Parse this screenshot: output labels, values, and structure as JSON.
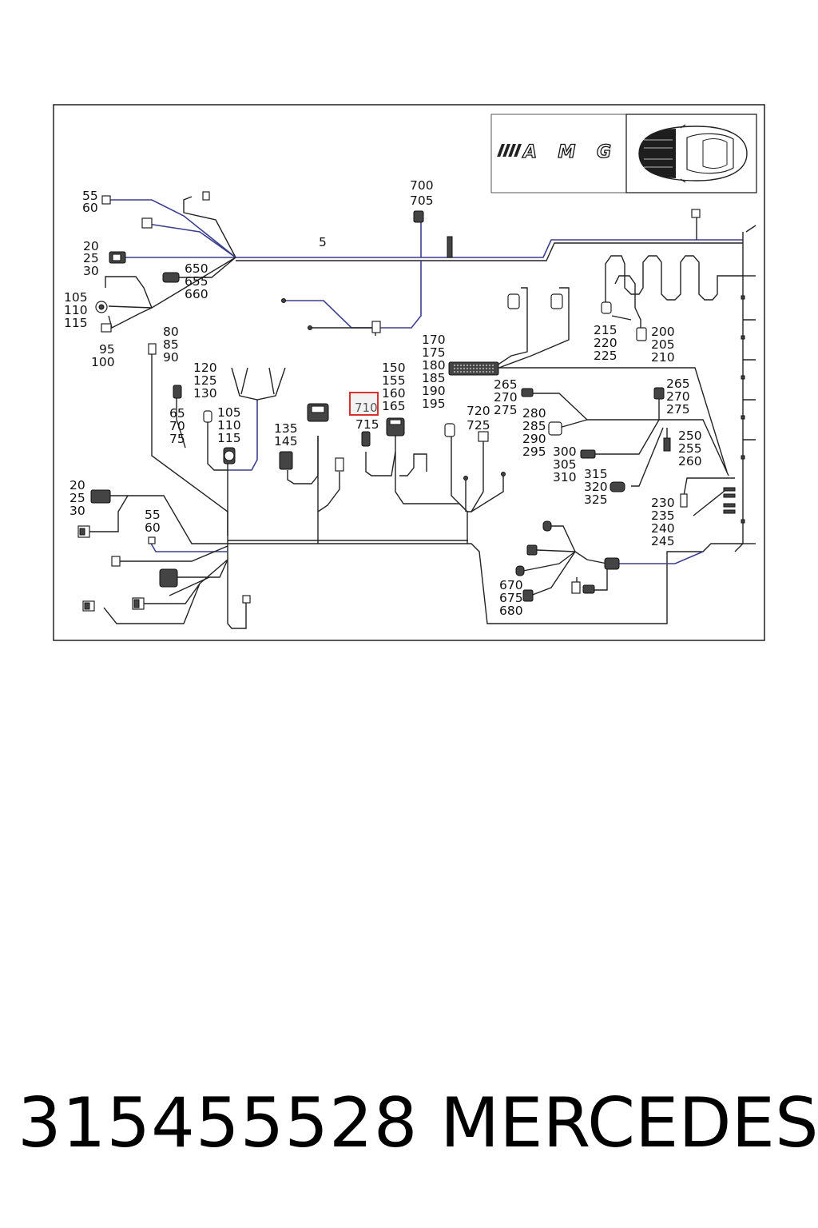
{
  "logo": {
    "text": "AMG"
  },
  "highlight": {
    "label": "710"
  },
  "callouts": [
    [
      "55",
      "60"
    ],
    [
      "20",
      "25",
      "30"
    ],
    [
      "650",
      "655",
      "660"
    ],
    [
      "105",
      "110",
      "115"
    ],
    [
      "95",
      "100"
    ],
    [
      "80",
      "85",
      "90"
    ],
    [
      "120",
      "125",
      "130"
    ],
    [
      "65",
      "70",
      "75"
    ],
    [
      "105",
      "110",
      "115"
    ],
    [
      "135",
      "145"
    ],
    [
      "700",
      "705"
    ],
    [
      "5"
    ],
    [
      "150",
      "155",
      "160",
      "165"
    ],
    [
      "170",
      "175",
      "180",
      "185",
      "190",
      "195"
    ],
    [
      "715"
    ],
    [
      "720",
      "725"
    ],
    [
      "265",
      "270",
      "275"
    ],
    [
      "280",
      "285",
      "290",
      "295"
    ],
    [
      "300",
      "305",
      "310"
    ],
    [
      "315",
      "320",
      "325"
    ],
    [
      "215",
      "220",
      "225"
    ],
    [
      "200",
      "205",
      "210"
    ],
    [
      "265",
      "270",
      "275"
    ],
    [
      "250",
      "255",
      "260"
    ],
    [
      "230",
      "235",
      "240",
      "245"
    ],
    [
      "20",
      "25",
      "30"
    ],
    [
      "55",
      "60"
    ],
    [
      "670",
      "675",
      "680"
    ]
  ],
  "footer": {
    "part_number": "315455528",
    "brand": "MERCEDES"
  }
}
